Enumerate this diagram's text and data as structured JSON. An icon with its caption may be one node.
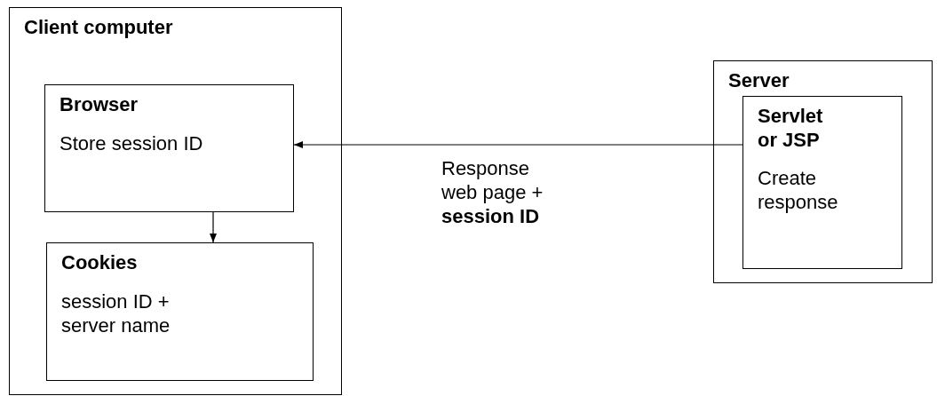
{
  "diagram": {
    "nodes": [
      {
        "text": [
          "Client computer"
        ]
      },
      {
        "text": [
          "Browser",
          "Store session ID"
        ],
        "in": 0
      },
      {
        "text": [
          "Cookies",
          "session ID + server name"
        ],
        "in": 0
      },
      {
        "text": [
          "Server"
        ]
      },
      {
        "text": [
          "Servlet or JSP",
          "Create response"
        ],
        "in": 3
      }
    ],
    "edges": [
      {
        "from": 4,
        "to": 1,
        "arrow": "to",
        "label": "Response web page + **session ID**"
      },
      {
        "from": 1,
        "to": 2,
        "arrow": "to"
      }
    ]
  }
}
